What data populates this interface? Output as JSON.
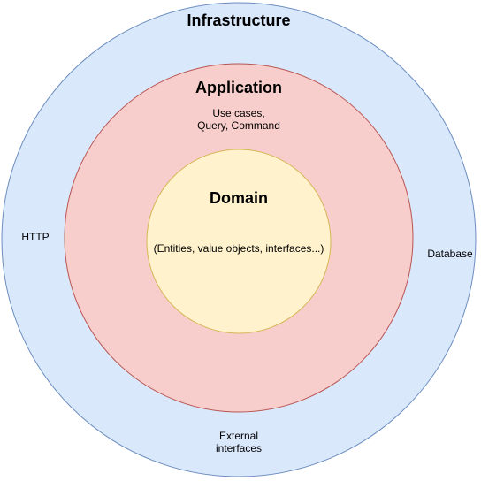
{
  "layers": {
    "infrastructure": {
      "title": "Infrastructure",
      "fill": "#dae8fc",
      "stroke": "#6c8ebf",
      "labels": {
        "left": "HTTP",
        "right": "Database",
        "bottom": "External\ninterfaces"
      }
    },
    "application": {
      "title": "Application",
      "fill": "#f8cecc",
      "stroke": "#b85450",
      "subtitle": "Use cases,\nQuery, Command"
    },
    "domain": {
      "title": "Domain",
      "fill": "#fff2cc",
      "stroke": "#d6b656",
      "subtitle": "(Entities, value objects, interfaces...)"
    }
  }
}
